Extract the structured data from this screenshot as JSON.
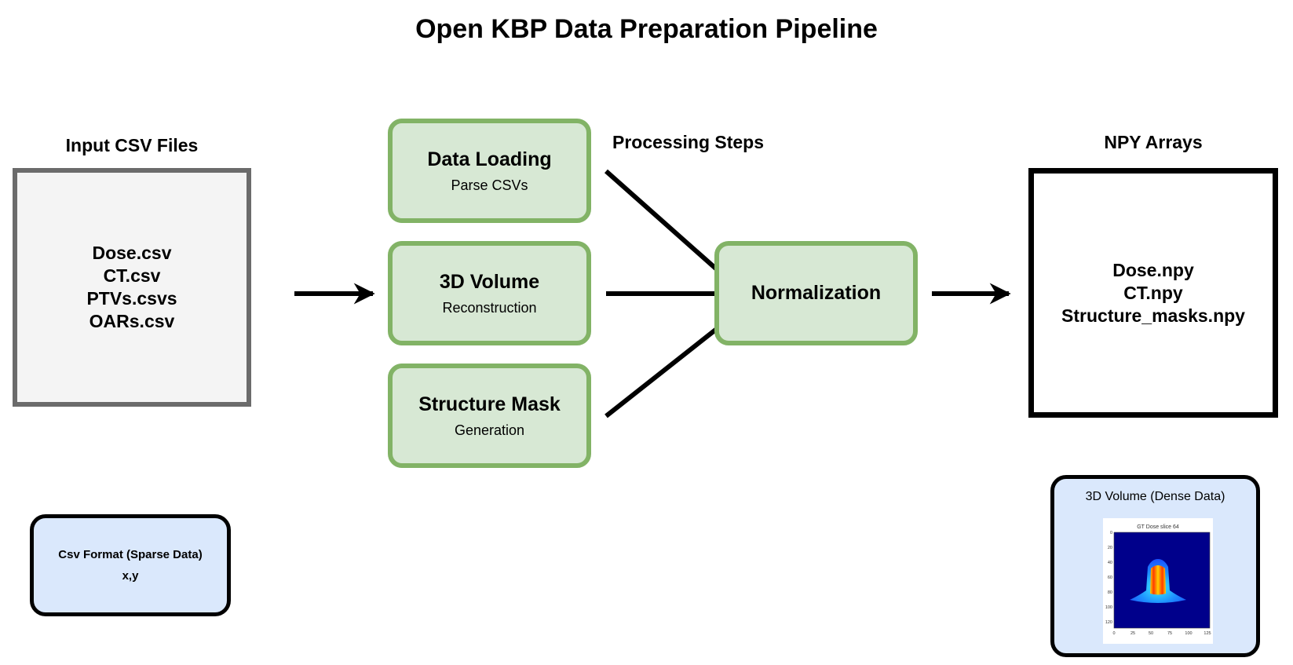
{
  "title": "Open KBP Data Preparation Pipeline",
  "input": {
    "label": "Input CSV Files",
    "files": [
      "Dose.csv",
      "CT.csv",
      "PTVs.csvs",
      "OARs.csv"
    ]
  },
  "processing": {
    "label": "Processing Steps",
    "steps": [
      {
        "title": "Data Loading",
        "subtitle": "Parse CSVs"
      },
      {
        "title": "3D Volume",
        "subtitle": "Reconstruction"
      },
      {
        "title": "Structure Mask",
        "subtitle": "Generation"
      }
    ],
    "merge": "Normalization"
  },
  "output": {
    "label": "NPY Arrays",
    "files": [
      "Dose.npy",
      "CT.npy",
      "Structure_masks.npy"
    ]
  },
  "csv_note": {
    "line1": "Csv Format (Sparse Data)",
    "line2": "x,y"
  },
  "volume_note": {
    "title": "3D Volume (Dense Data)",
    "plot_title": "GT Dose slice 64",
    "y_ticks": [
      "0",
      "20",
      "40",
      "60",
      "80",
      "100",
      "120"
    ],
    "x_ticks": [
      "0",
      "25",
      "50",
      "75",
      "100",
      "125"
    ]
  },
  "colors": {
    "step_fill": "#d7e8d4",
    "step_border": "#82b366",
    "note_fill": "#dae8fc",
    "input_fill": "#f4f4f4",
    "input_border": "#6b6b6b"
  }
}
